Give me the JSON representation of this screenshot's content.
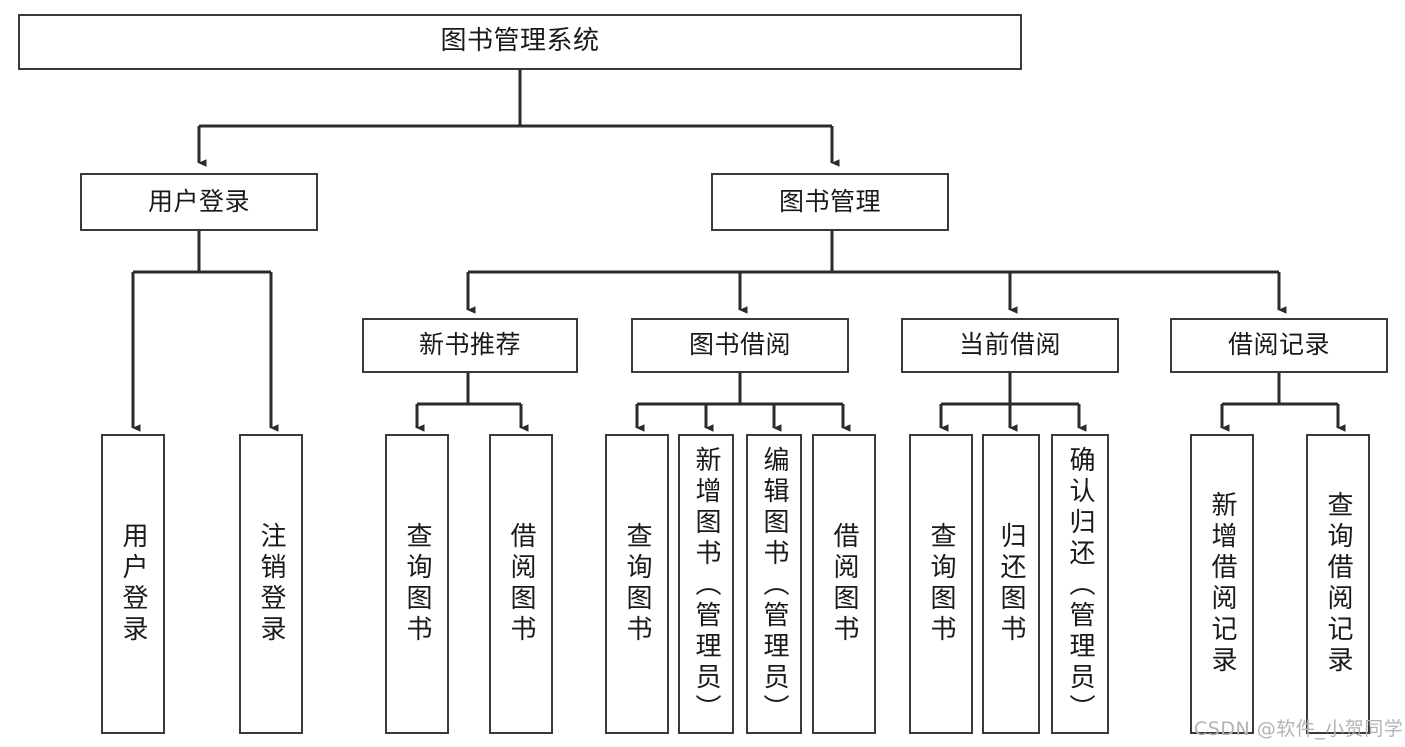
{
  "diagram": {
    "type": "tree",
    "title": "图书管理系统",
    "orientation": "top-down",
    "colors": {
      "box_border": "#3a3a3a",
      "box_fill": "#ffffff",
      "edge": "#2b2b2b",
      "text": "#1a1a1a",
      "watermark": "#b3b3b3"
    },
    "nodes": {
      "root": {
        "label": "图书管理系统"
      },
      "level2": [
        {
          "label": "用户登录"
        },
        {
          "label": "图书管理"
        }
      ],
      "level3": [
        {
          "label": "新书推荐"
        },
        {
          "label": "图书借阅"
        },
        {
          "label": "当前借阅"
        },
        {
          "label": "借阅记录"
        }
      ],
      "leaves": [
        {
          "label": "用户登录",
          "parent": "用户登录"
        },
        {
          "label": "注销登录",
          "parent": "用户登录"
        },
        {
          "label": "查询图书",
          "parent": "新书推荐"
        },
        {
          "label": "借阅图书",
          "parent": "新书推荐"
        },
        {
          "label": "查询图书",
          "parent": "图书借阅"
        },
        {
          "label": "新增图书（管理员）",
          "parent": "图书借阅"
        },
        {
          "label": "编辑图书（管理员）",
          "parent": "图书借阅"
        },
        {
          "label": "借阅图书",
          "parent": "图书借阅"
        },
        {
          "label": "查询图书",
          "parent": "当前借阅"
        },
        {
          "label": "归还图书",
          "parent": "当前借阅"
        },
        {
          "label": "确认归还（管理员）",
          "parent": "当前借阅"
        },
        {
          "label": "新增借阅记录",
          "parent": "借阅记录"
        },
        {
          "label": "查询借阅记录",
          "parent": "借阅记录"
        }
      ]
    },
    "watermark": "CSDN @软件_小贺同学"
  }
}
